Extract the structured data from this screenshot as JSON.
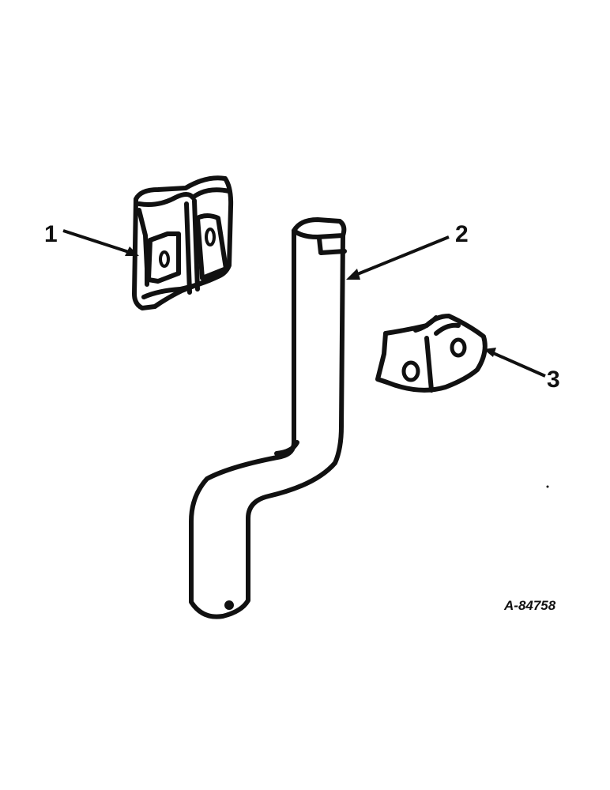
{
  "callouts": [
    {
      "id": "1",
      "label": "1"
    },
    {
      "id": "2",
      "label": "2"
    },
    {
      "id": "3",
      "label": "3"
    }
  ],
  "reference_number": "A-84758",
  "colors": {
    "ink": "#111111",
    "paper": "#ffffff"
  }
}
